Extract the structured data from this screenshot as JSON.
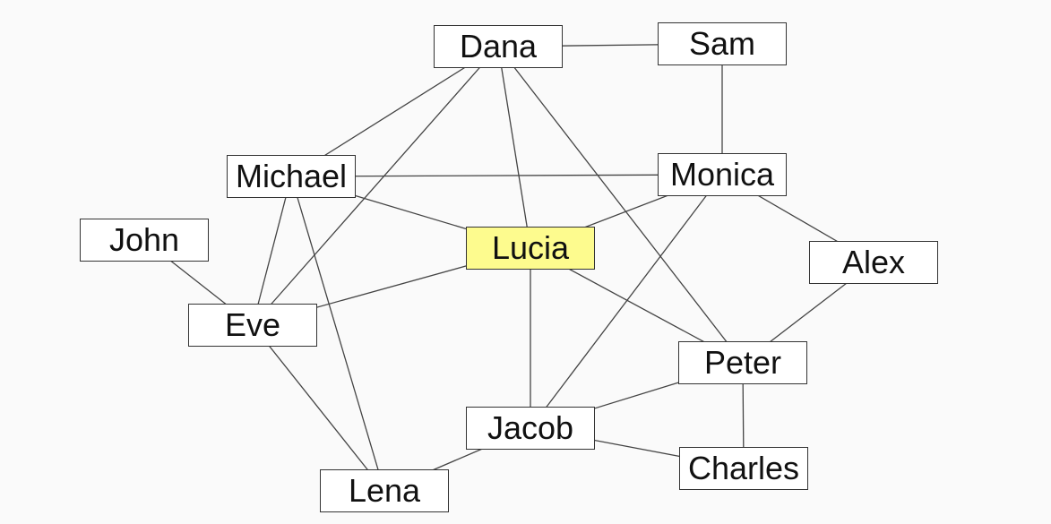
{
  "colors": {
    "highlight": "#fdfb8e",
    "edge": "#444444",
    "node_border": "#333333"
  },
  "nodes": [
    {
      "id": "dana",
      "label": "Dana"
    },
    {
      "id": "sam",
      "label": "Sam"
    },
    {
      "id": "michael",
      "label": "Michael"
    },
    {
      "id": "monica",
      "label": "Monica"
    },
    {
      "id": "john",
      "label": "John"
    },
    {
      "id": "lucia",
      "label": "Lucia",
      "highlighted": true
    },
    {
      "id": "alex",
      "label": "Alex"
    },
    {
      "id": "eve",
      "label": "Eve"
    },
    {
      "id": "peter",
      "label": "Peter"
    },
    {
      "id": "jacob",
      "label": "Jacob"
    },
    {
      "id": "charles",
      "label": "Charles"
    },
    {
      "id": "lena",
      "label": "Lena"
    }
  ],
  "edges": [
    [
      "dana",
      "sam"
    ],
    [
      "dana",
      "michael"
    ],
    [
      "dana",
      "eve"
    ],
    [
      "dana",
      "lucia"
    ],
    [
      "dana",
      "peter"
    ],
    [
      "sam",
      "monica"
    ],
    [
      "michael",
      "monica"
    ],
    [
      "michael",
      "lucia"
    ],
    [
      "michael",
      "eve"
    ],
    [
      "michael",
      "lena"
    ],
    [
      "monica",
      "lucia"
    ],
    [
      "monica",
      "alex"
    ],
    [
      "monica",
      "jacob"
    ],
    [
      "john",
      "eve"
    ],
    [
      "lucia",
      "eve"
    ],
    [
      "lucia",
      "jacob"
    ],
    [
      "lucia",
      "peter"
    ],
    [
      "alex",
      "peter"
    ],
    [
      "eve",
      "lena"
    ],
    [
      "peter",
      "jacob"
    ],
    [
      "peter",
      "charles"
    ],
    [
      "jacob",
      "charles"
    ],
    [
      "jacob",
      "lena"
    ]
  ]
}
